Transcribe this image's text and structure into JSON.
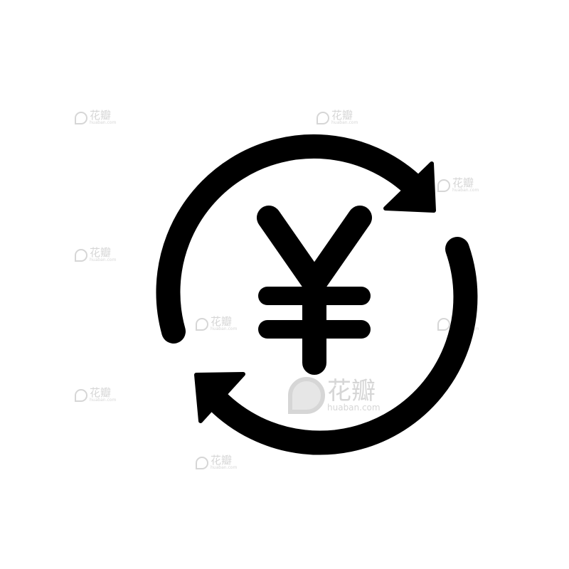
{
  "icon": {
    "name": "yen-currency-exchange",
    "color": "#000000"
  },
  "watermark": {
    "brand": "花瓣",
    "domain": "huaban.com",
    "color": "#d6d6d6"
  }
}
